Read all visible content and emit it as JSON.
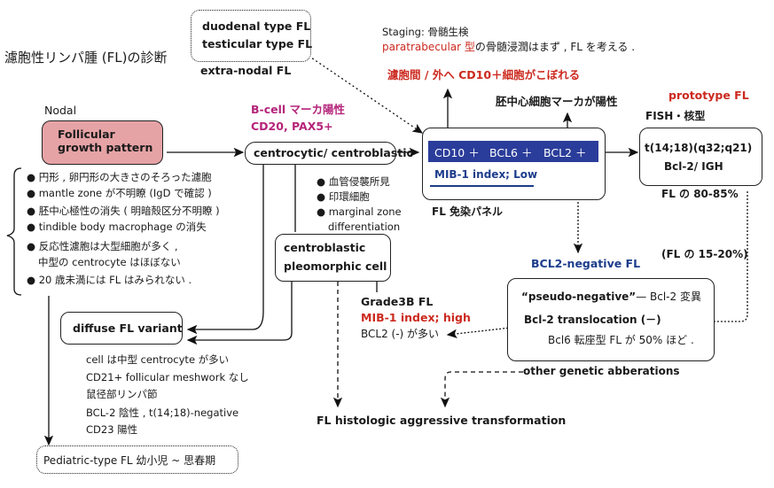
{
  "title": "濾胞性リンパ腫 (FL)の診断",
  "colors": {
    "follicular_box_fill": "#e6a3a6",
    "panel_band": "#2b3d9a",
    "accent_red": "#cc2a1f",
    "accent_magenta": "#b5247a",
    "accent_navy": "#1c3c8c"
  },
  "extranodal": {
    "types": [
      "duodenal type FL",
      "testicular type FL"
    ],
    "label": "extra-nodal FL"
  },
  "staging": {
    "line1": "Staging: 骨髄生検",
    "line2_red": "paratrabecular 型",
    "line2_rest": "の骨髄浸潤はまず , FL を考える ."
  },
  "spill_note": "濾胞間 / 外へ CD10＋細胞がこぼれる",
  "gc_marker_note": "胚中心細胞マーカが陽性",
  "nodal": {
    "label": "Nodal",
    "box": "Follicular growth pattern"
  },
  "bcell": {
    "line1": "B-cell マーカ陽性",
    "line2": "CD20, PAX5+"
  },
  "centrocytic_box": "centrocytic/ centroblastic",
  "features": [
    "円形 , 卵円形の大きさのそろった濾胞",
    "mantle zone が不明瞭 (IgD で確認 )",
    "胚中心極性の消失 ( 明暗殻区分不明瞭 )",
    "tindible body macrophage の消失",
    "反応性濾胞は大型細胞が多く ,",
    "中型の centrocyte はほぼない",
    "20 歳未満には FL はみられない ."
  ],
  "variants_notes": [
    "血管侵襲所見",
    "印環細胞",
    "marginal zone",
    "differentiation"
  ],
  "centroblastic_box": [
    "centroblastic",
    "pleomorphic cell"
  ],
  "panel": {
    "markers": [
      "CD10 ＋",
      "BCL6 ＋",
      "BCL2 ＋"
    ],
    "mib": "MIB-1 index; Low",
    "caption": "FL 免染パネル"
  },
  "prototype": {
    "label": "prototype FL",
    "method": "FISH・核型",
    "line1": "t(14;18)(q32;q21)",
    "line2": "Bcl-2/ IGH",
    "freq": "FL の 80-85%"
  },
  "bcl2neg": {
    "freq": "(FL の 15-20%)",
    "label": "BCL2-negative FL",
    "line1_bold": "“pseudo-negative”",
    "line1_rest": "— Bcl-2 変異",
    "line2": "Bcl-2 translocation (－)",
    "line3": "Bcl6 転座型 FL が 50% ほど ."
  },
  "other_genetic": "other genetic abberations",
  "grade3b": {
    "label": "Grade3B  FL",
    "mib": "MIB-1 index;  high",
    "bcl2": "BCL2 (-) が多い"
  },
  "diffuse": {
    "box": "diffuse FL variant",
    "notes": [
      "cell は中型 centrocyte が多い",
      "CD21+ follicular meshwork なし",
      "鼠径部リンパ節",
      "BCL-2 陰性 , t(14;18)-negative",
      "CD23 陽性"
    ]
  },
  "transformation": "FL  histologic aggressive transformation",
  "pediatric": "Pediatric-type FL   幼小児 ~ 思春期"
}
